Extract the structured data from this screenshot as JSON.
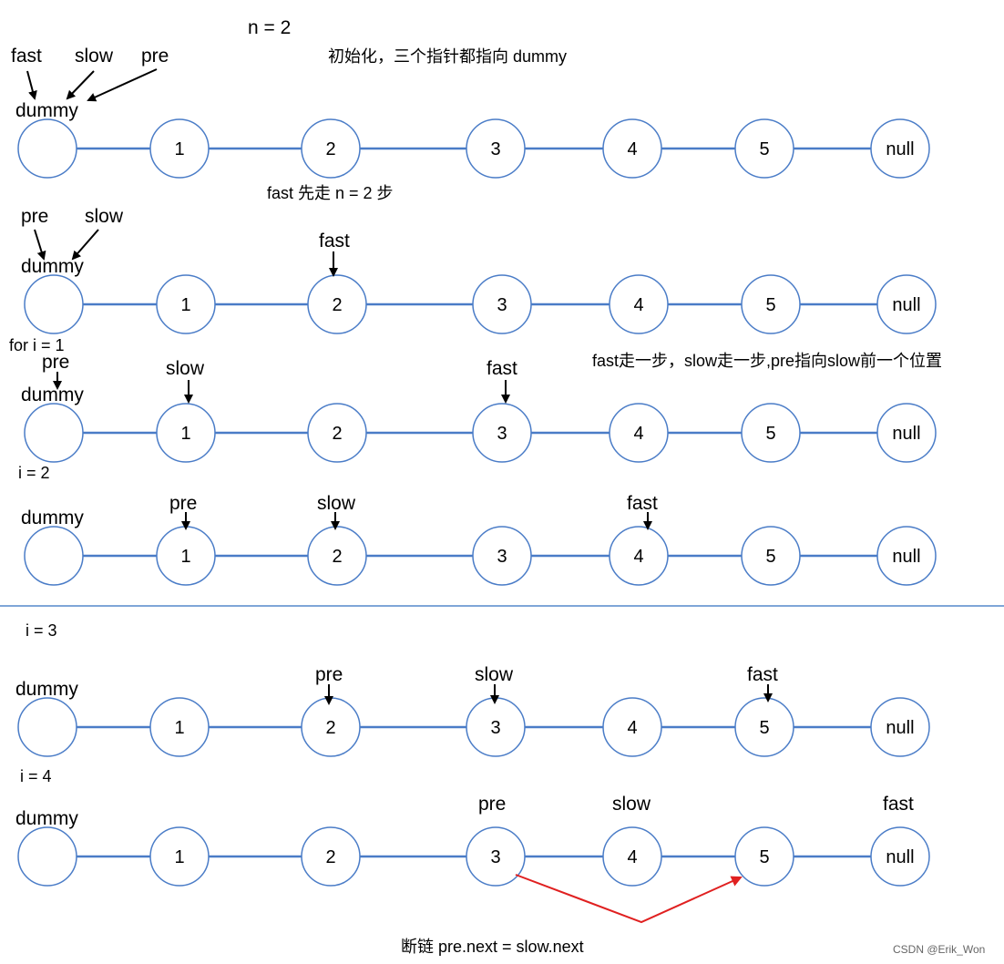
{
  "header": {
    "n_label": "n = 2",
    "init_note": "初始化，三个指针都指向 dummy"
  },
  "colors": {
    "node_stroke": "#4a7cc7",
    "edge": "#4a7cc7",
    "pointer_arrow": "#000000",
    "break_arrow": "#e02020",
    "divider": "#7fa6d8"
  },
  "rows": [
    {
      "step_label": "",
      "nodes": [
        "",
        "1",
        "2",
        "3",
        "4",
        "5",
        "null"
      ],
      "node_label": "dummy",
      "pointers": [
        {
          "text": "fast",
          "target": 0
        },
        {
          "text": "slow",
          "target": 0
        },
        {
          "text": "pre",
          "target": 0
        }
      ],
      "note_below": "fast 先走 n = 2 步"
    },
    {
      "step_label": "",
      "nodes": [
        "",
        "1",
        "2",
        "3",
        "4",
        "5",
        "null"
      ],
      "node_label": "dummy",
      "pointers": [
        {
          "text": "pre",
          "target": 0
        },
        {
          "text": "slow",
          "target": 0
        },
        {
          "text": "fast",
          "target": 2
        }
      ]
    },
    {
      "step_label": "for i = 1",
      "nodes": [
        "",
        "1",
        "2",
        "3",
        "4",
        "5",
        "null"
      ],
      "node_label": "dummy",
      "pointers": [
        {
          "text": "pre",
          "target": 0
        },
        {
          "text": "slow",
          "target": 1
        },
        {
          "text": "fast",
          "target": 3
        }
      ],
      "note_right": "fast走一步，slow走一步,pre指向slow前一个位置"
    },
    {
      "step_label": "i = 2",
      "nodes": [
        "",
        "1",
        "2",
        "3",
        "4",
        "5",
        "null"
      ],
      "node_label": "dummy",
      "pointers": [
        {
          "text": "pre",
          "target": 1
        },
        {
          "text": "slow",
          "target": 2
        },
        {
          "text": "fast",
          "target": 4
        }
      ]
    },
    {
      "step_label": "i = 3",
      "nodes": [
        "",
        "1",
        "2",
        "3",
        "4",
        "5",
        "null"
      ],
      "node_label": "dummy",
      "pointers": [
        {
          "text": "pre",
          "target": 2
        },
        {
          "text": "slow",
          "target": 3
        },
        {
          "text": "fast",
          "target": 5
        }
      ]
    },
    {
      "step_label": "i = 4",
      "nodes": [
        "",
        "1",
        "2",
        "3",
        "4",
        "5",
        "null"
      ],
      "node_label": "dummy",
      "pointers": [
        {
          "text": "pre",
          "target": 3
        },
        {
          "text": "slow",
          "target": 4
        },
        {
          "text": "fast",
          "target": 6
        }
      ]
    }
  ],
  "footer": {
    "break_note": "断链 pre.next = slow.next",
    "watermark": "CSDN @Erik_Won"
  }
}
